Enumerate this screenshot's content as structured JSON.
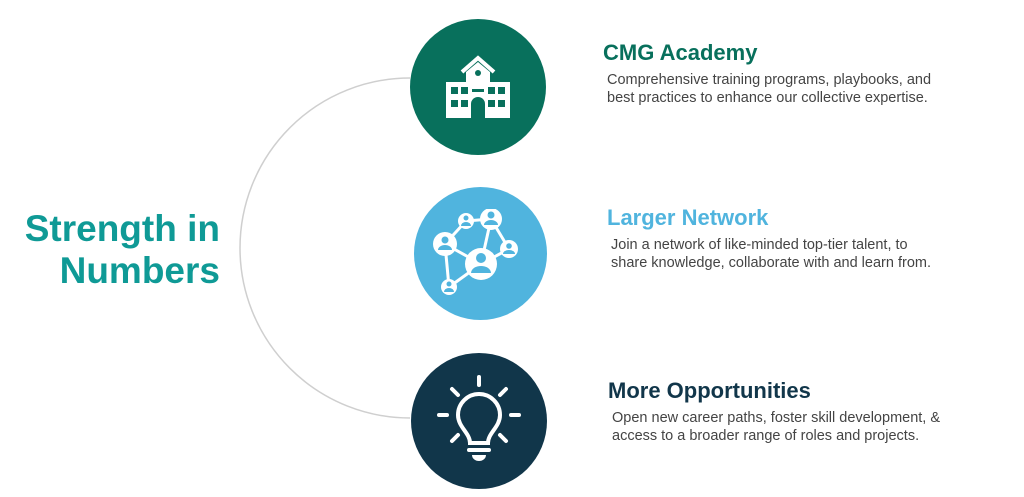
{
  "title": {
    "line1": "Strength in",
    "line2": "Numbers"
  },
  "items": [
    {
      "heading": "CMG Academy",
      "text": "Comprehensive training programs, playbooks, and best practices to enhance our collective expertise.",
      "icon": "school-building-icon",
      "color": "#08705c"
    },
    {
      "heading": "Larger Network",
      "text": "Join a network of like-minded top-tier talent, to share knowledge, collaborate with and learn from.",
      "icon": "network-people-icon",
      "color": "#50b4de"
    },
    {
      "heading": "More Opportunities",
      "text": "Open new career paths, foster skill development, & access to a broader range of roles and projects.",
      "icon": "lightbulb-icon",
      "color": "#11364a"
    }
  ]
}
